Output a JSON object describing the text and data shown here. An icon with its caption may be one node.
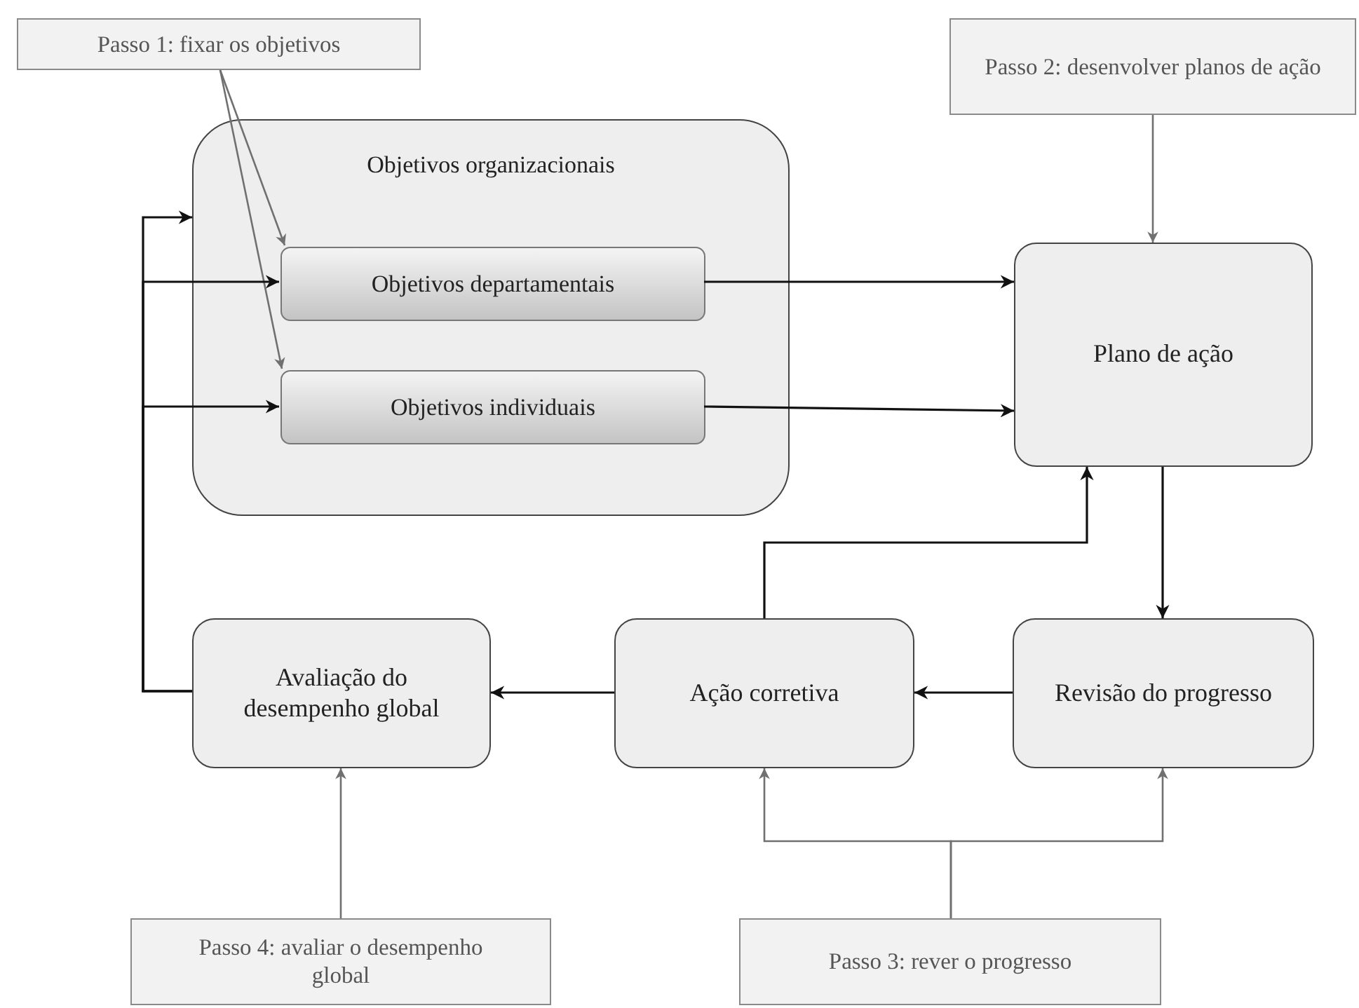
{
  "diagram": {
    "nodes": [
      {
        "text": [
          "Passo 1: fixar os objetivos"
        ]
      },
      {
        "text": [
          "Objetivos organizacionais"
        ]
      },
      {
        "text": [
          "Objetivos departamentais"
        ],
        "in": 1
      },
      {
        "text": [
          "Objetivos individuais"
        ],
        "in": 1
      },
      {
        "text": [
          "Passo 2: desenvolver planos de ação"
        ]
      },
      {
        "text": [
          "Plano de ação"
        ]
      },
      {
        "text": [
          "Avaliação do desempenho global"
        ]
      },
      {
        "text": [
          "Ação corretiva"
        ]
      },
      {
        "text": [
          "Revisão do progresso"
        ]
      },
      {
        "text": [
          "Passo 4: avaliar o desempenho global"
        ]
      },
      {
        "text": [
          "Passo 3: rever o progresso"
        ]
      }
    ],
    "edges": [
      {
        "from": 0,
        "to": 2,
        "arrow": "to",
        "color": "#707070"
      },
      {
        "from": 0,
        "to": 3,
        "arrow": "to",
        "color": "#707070"
      },
      {
        "from": 2,
        "to": 5,
        "arrow": "to"
      },
      {
        "from": 3,
        "to": 5,
        "arrow": "to"
      },
      {
        "from": 4,
        "to": 5,
        "arrow": "to",
        "color": "#707070"
      },
      {
        "from": 5,
        "to": 8,
        "arrow": "to"
      },
      {
        "from": 8,
        "to": 7,
        "arrow": "to"
      },
      {
        "from": 7,
        "to": 6,
        "arrow": "to"
      },
      {
        "from": 7,
        "to": 5,
        "arrow": "to"
      },
      {
        "from": 6,
        "to": 1,
        "arrow": "to"
      },
      {
        "from": 6,
        "to": 2,
        "arrow": "to"
      },
      {
        "from": 6,
        "to": 3,
        "arrow": "to"
      },
      {
        "from": 9,
        "to": 6,
        "arrow": "to",
        "color": "#707070"
      },
      {
        "from": 10,
        "to": 7,
        "arrow": "to",
        "color": "#707070"
      },
      {
        "from": 10,
        "to": 8,
        "arrow": "to",
        "color": "#707070"
      }
    ]
  }
}
